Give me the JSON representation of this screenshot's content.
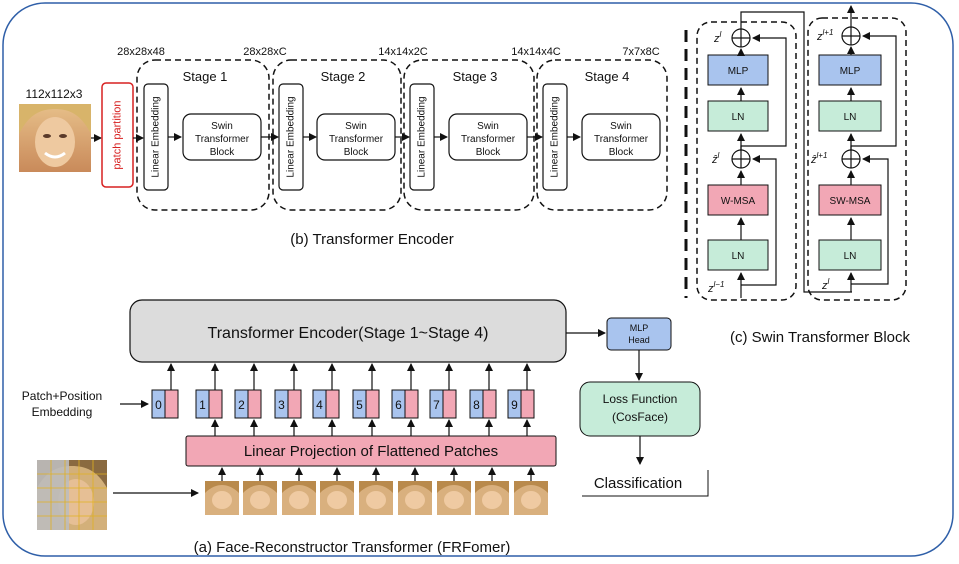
{
  "input_size": "112x112x3",
  "patch_partition": "patch partition",
  "encoder": {
    "stage_sizes": [
      "28x28x48",
      "28x28xC",
      "14x14x2C",
      "14x14x4C",
      "7x7x8C"
    ],
    "stages": [
      {
        "label": "Stage 1",
        "embed": "Linear Embedding"
      },
      {
        "label": "Stage 2",
        "embed": "Linear Embedding"
      },
      {
        "label": "Stage 3",
        "embed": "Linear Embedding"
      },
      {
        "label": "Stage 4",
        "embed": "Linear Embedding"
      }
    ],
    "swin_block_lines": [
      "Swin",
      "Transformer",
      "Block"
    ],
    "caption": "(b) Transformer Encoder"
  },
  "swin_block": {
    "caption": "(c) Swin Transformer Block",
    "left": {
      "mlp": "MLP",
      "ln_top": "LN",
      "msa": "W-MSA",
      "ln_bottom": "LN"
    },
    "right": {
      "mlp": "MLP",
      "ln_top": "LN",
      "msa": "SW-MSA",
      "ln_bottom": "LN"
    }
  },
  "frformer": {
    "encoder_box": "Transformer Encoder(Stage 1~Stage 4)",
    "mlp_head": [
      "MLP",
      "Head"
    ],
    "loss": [
      "Loss Function",
      "(CosFace)"
    ],
    "classification": "Classification",
    "patch_pos_label": [
      "Patch+Position",
      "Embedding"
    ],
    "tokens": [
      "0",
      "1",
      "2",
      "3",
      "4",
      "5",
      "6",
      "7",
      "8",
      "9"
    ],
    "projection": "Linear Projection of Flattened Patches",
    "caption": "(a) Face-Reconstructor Transformer (FRFomer)"
  },
  "colors": {
    "blue": "#a9c4ee",
    "green": "#c6ecd9",
    "pink": "#f2a7b5",
    "gray": "#dcdcdc",
    "frame": "#2f5fa8"
  }
}
